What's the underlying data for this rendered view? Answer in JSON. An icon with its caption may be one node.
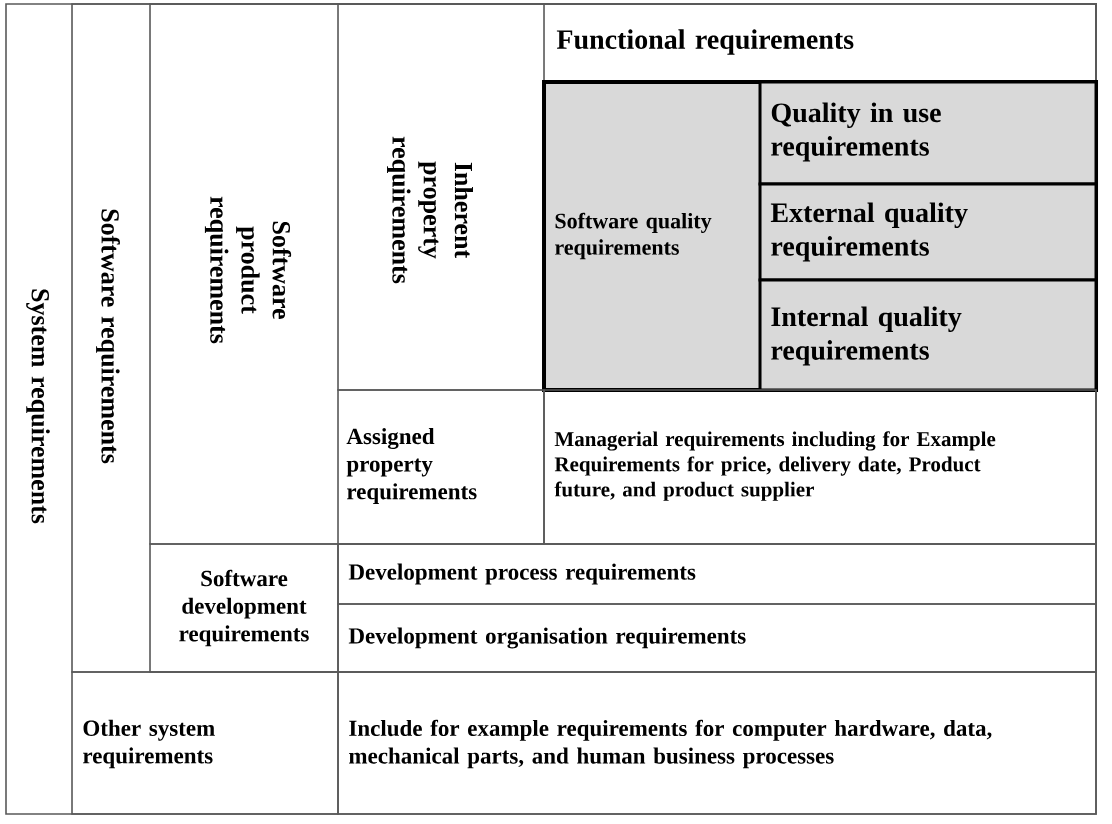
{
  "diagram": {
    "nodes": [
      {
        "text": [
          "System requirements"
        ]
      },
      {
        "text": [
          "Software requirements"
        ],
        "in": 0
      },
      {
        "text": [
          "Software product requirements"
        ],
        "in": 1
      },
      {
        "text": [
          "Inherent property requirements"
        ],
        "in": 2
      },
      {
        "text": [
          "Functional requirements"
        ],
        "in": 3
      },
      {
        "text": [
          "Software quality requirements"
        ],
        "in": 3
      },
      {
        "text": [
          "Quality in use requirements"
        ],
        "in": 5
      },
      {
        "text": [
          "External quality requirements"
        ],
        "in": 5
      },
      {
        "text": [
          "Internal quality requirements"
        ],
        "in": 5
      },
      {
        "text": [
          "Assigned property requirements"
        ],
        "in": 2
      },
      {
        "text": [
          "Managerial requirements including for Example Requirements   for price, delivery date, Product   future, and product supplier"
        ],
        "in": 2
      },
      {
        "text": [
          "Software development requirements"
        ],
        "in": 1
      },
      {
        "text": [
          "Development process requirements"
        ],
        "in": 1
      },
      {
        "text": [
          "Development organisation requirements"
        ],
        "in": 1
      },
      {
        "text": [
          "Other system requirements"
        ],
        "in": 0
      },
      {
        "text": [
          "Include for example requirements for computer hardware, data, mechanical parts, and human business processes"
        ],
        "in": 0
      }
    ]
  }
}
